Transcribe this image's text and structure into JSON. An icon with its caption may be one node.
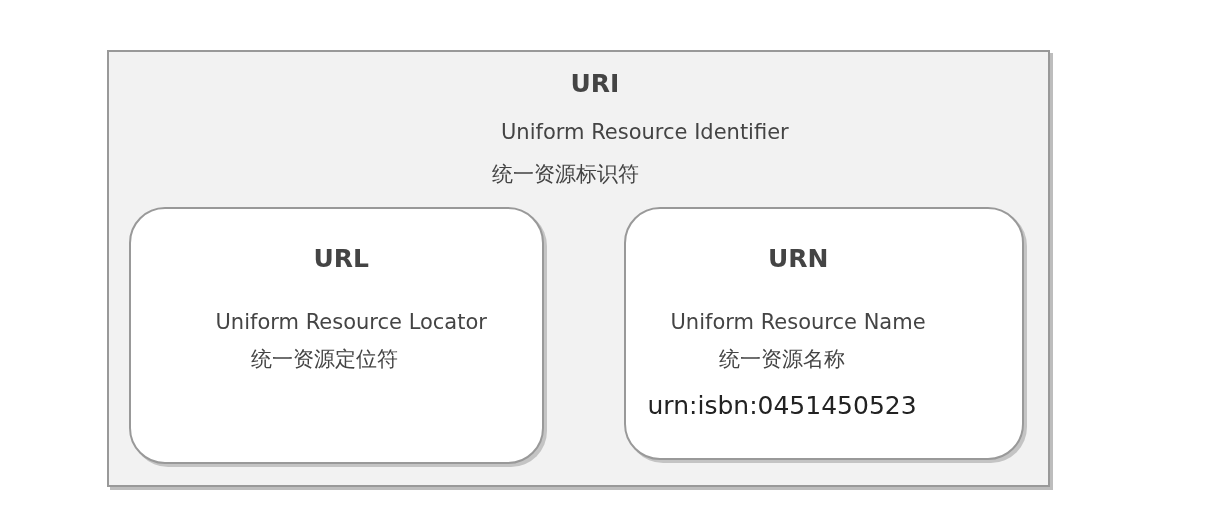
{
  "diagram": {
    "nodes": [
      {
        "text": [
          "URI",
          "Uniform Resource Identifier",
          "统一资源标识符"
        ]
      },
      {
        "text": [
          "URL",
          "Uniform Resource Locator",
          "统一资源定位符"
        ],
        "in": 0
      },
      {
        "text": [
          "URN",
          "Uniform Resource Name",
          "统一资源名称",
          "urn:isbn:0451450523"
        ],
        "in": 0
      }
    ]
  }
}
